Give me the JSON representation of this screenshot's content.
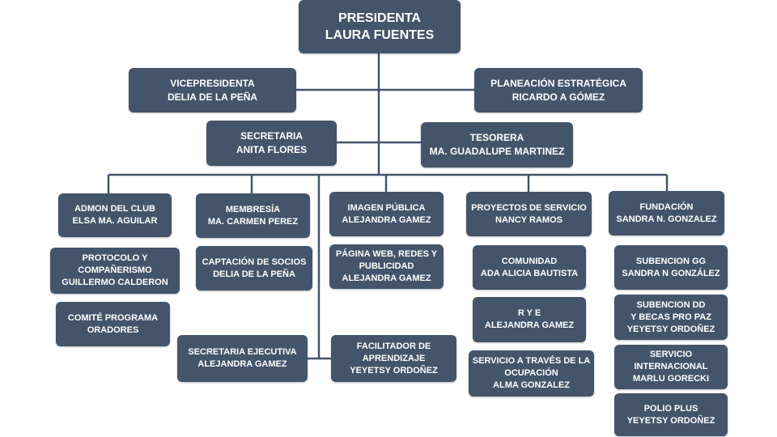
{
  "colors": {
    "box": "#44546a",
    "line": "#44546a",
    "text": "#ffffff"
  },
  "president": {
    "title": "PRESIDENTA",
    "name": "LAURA FUENTES"
  },
  "vice": {
    "title": "VICEPRESIDENTA",
    "name": "DELIA DE LA PEÑA"
  },
  "planning": {
    "title": "PLANEACIÓN ESTRATÉGICA",
    "name": "RICARDO A GÓMEZ"
  },
  "secretary": {
    "title": "SECRETARIA",
    "name": "ANITA FLORES"
  },
  "treasurer": {
    "title": "TESORERA",
    "name": "MA. GUADALUPE MARTINEZ"
  },
  "admon": {
    "title": "ADMON DEL CLUB",
    "name": "ELSA MA. AGUILAR"
  },
  "protocolo": {
    "line1": "PROTOCOLO Y",
    "line2": "COMPAÑERISMO",
    "line3": "GUILLERMO CALDERON"
  },
  "comite": {
    "line1": "COMITÉ PROGRAMA",
    "line2": "ORADORES"
  },
  "membresia": {
    "title": "MEMBRESÍA",
    "name": "MA. CARMEN PEREZ"
  },
  "captacion": {
    "title": "CAPTACIÓN DE SOCIOS",
    "name": "DELIA DE LA PEÑA"
  },
  "sec_ejecutiva": {
    "title": "SECRETARIA EJECUTIVA",
    "name": "ALEJANDRA GAMEZ"
  },
  "imagen": {
    "title": "IMAGEN PÚBLICA",
    "name": "ALEJANDRA GAMEZ"
  },
  "pagina_web": {
    "line1": "PÁGINA WEB, REDES Y",
    "line2": "PUBLICIDAD",
    "line3": "ALEJANDRA GAMEZ"
  },
  "facilitador": {
    "line1": "FACILITADOR DE",
    "line2": "APRENDIZAJE",
    "line3": "YEYETSY ORDOÑEZ"
  },
  "proyectos": {
    "title": "PROYECTOS DE SERVICIO",
    "name": "NANCY RAMOS"
  },
  "comunidad": {
    "title": "COMUNIDAD",
    "name": "ADA ALICIA BAUTISTA"
  },
  "rye": {
    "title": "R Y E",
    "name": "ALEJANDRA GAMEZ"
  },
  "servicio_ocupacion": {
    "line1": "SERVICIO A TRAVÉS DE LA",
    "line2": "OCUPACIÓN",
    "line3": "ALMA GONZALEZ"
  },
  "fundacion": {
    "title": "FUNDACIÓN",
    "name": "SANDRA N. GONZALEZ"
  },
  "subencion_gg": {
    "title": "SUBENCION GG",
    "name": "SANDRA N GONZÁLEZ"
  },
  "subencion_dd": {
    "line1": "SUBENCION DD",
    "line2": "Y BECAS PRO PAZ",
    "line3": "YEYETSY ORDOÑEZ"
  },
  "servicio_int": {
    "line1": "SERVICIO",
    "line2": "INTERNACIONAL",
    "line3": "MARLU GORECKI"
  },
  "polio": {
    "title": "POLIO PLUS",
    "name": "YEYETSY ORDOÑEZ"
  }
}
